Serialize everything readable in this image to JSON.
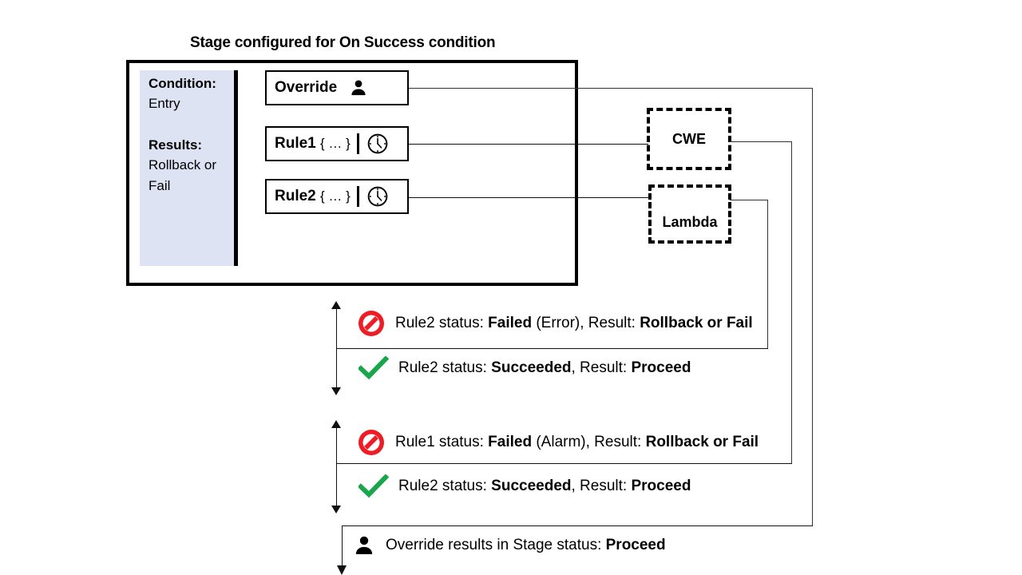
{
  "title": "Stage configured for On Success condition",
  "stage": {
    "condition_label": "Condition:",
    "condition_value": "Entry",
    "results_label": "Results:",
    "results_value": "Rollback or Fail",
    "nodes": [
      {
        "id": "override",
        "label": "Override",
        "icon": "person-icon",
        "detail": ""
      },
      {
        "id": "rule1",
        "label": "Rule1",
        "detail": "{ … }",
        "icon": "clock-icon"
      },
      {
        "id": "rule2",
        "label": "Rule2",
        "detail": "{ … }",
        "icon": "clock-icon"
      }
    ]
  },
  "services": [
    {
      "id": "cwe",
      "label": "CWE"
    },
    {
      "id": "lambda",
      "label": "Lambda"
    }
  ],
  "status_rows": [
    {
      "id": "rule2-failed",
      "icon": "deny-icon",
      "prefix": "Rule2 status: ",
      "status": "Failed",
      "middle": " (Error), Result: ",
      "result": "Rollback or Fail"
    },
    {
      "id": "rule2-succeeded",
      "icon": "check-icon",
      "prefix": "Rule2 status: ",
      "status": "Succeeded",
      "middle": ", Result: ",
      "result": "Proceed"
    },
    {
      "id": "rule1-failed",
      "icon": "deny-icon",
      "prefix": "Rule1 status: ",
      "status": "Failed",
      "middle": " (Alarm), Result: ",
      "result": "Rollback or Fail"
    },
    {
      "id": "rule2-succeeded-2",
      "icon": "check-icon",
      "prefix": "Rule2 status: ",
      "status": "Succeeded",
      "middle": ", Result: ",
      "result": "Proceed"
    },
    {
      "id": "override-proceed",
      "icon": "person-icon",
      "prefix": "Override results in Stage status: ",
      "status": "",
      "middle": "",
      "result": "Proceed"
    }
  ],
  "colors": {
    "panel_fill": "#DEE3F3",
    "deny_red": "#EE1C25",
    "check_green": "#19A64B",
    "line": "#111111",
    "border": "#000000"
  }
}
